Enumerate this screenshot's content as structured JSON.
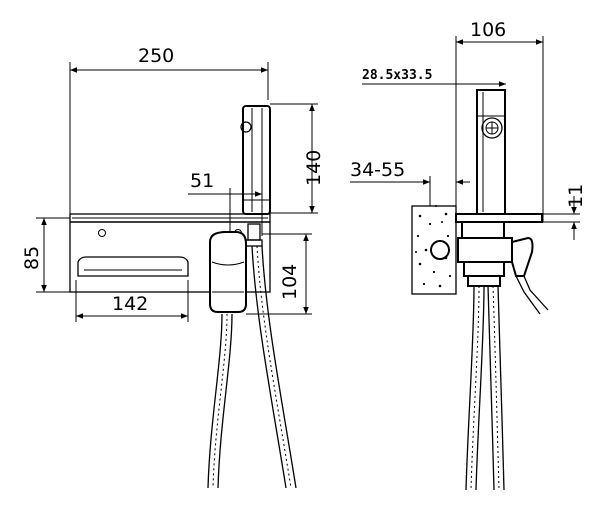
{
  "diagram": {
    "dimensions": {
      "total_width": "250",
      "handset_height": "140",
      "offset": "51",
      "plate_height": "85",
      "valve_height": "104",
      "plate_width": "142",
      "depth": "106",
      "handset_section": "28.5x33.5",
      "wall_range": "34-55",
      "plate_thickness": "11"
    }
  }
}
